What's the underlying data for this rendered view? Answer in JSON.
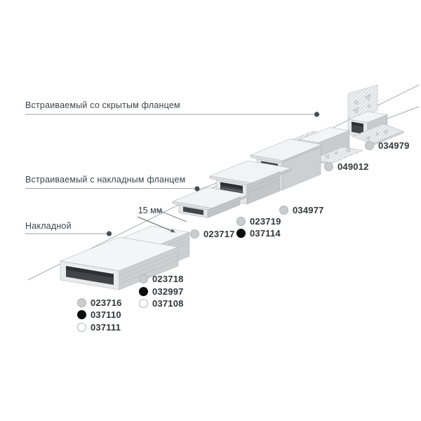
{
  "page": {
    "background": "#ffffff"
  },
  "categories": [
    {
      "label": "Встраиваемый со скрытым фланцем"
    },
    {
      "label": "Встраиваемый с накладным фланцем"
    },
    {
      "label": "Накладной"
    }
  ],
  "dimension": {
    "label": "15 мм"
  },
  "legend_dot_colors": {
    "gray": "#c9cdcf",
    "black": "#0c0d0d",
    "white": "#ffffff"
  },
  "code_groups": [
    {
      "name": "surface-low-profile",
      "codes": [
        {
          "code": "023716",
          "dot": "gray"
        },
        {
          "code": "037110",
          "dot": "black"
        },
        {
          "code": "037111",
          "dot": "white"
        }
      ]
    },
    {
      "name": "surface-square-profile",
      "codes": [
        {
          "code": "023718",
          "dot": "gray"
        },
        {
          "code": "032997",
          "dot": "black"
        },
        {
          "code": "037108",
          "dot": "white"
        }
      ]
    },
    {
      "name": "recessed-flange-low-profile",
      "codes": [
        {
          "code": "023717",
          "dot": "gray"
        }
      ]
    },
    {
      "name": "recessed-flange-medium-profile",
      "codes": [
        {
          "code": "023719",
          "dot": "gray"
        },
        {
          "code": "037114",
          "dot": "black"
        }
      ]
    },
    {
      "name": "recessed-flange-deep-profile",
      "codes": [
        {
          "code": "034977",
          "dot": "gray"
        }
      ]
    },
    {
      "name": "hidden-flange-profile",
      "codes": [
        {
          "code": "049012",
          "dot": "gray"
        }
      ]
    },
    {
      "name": "hidden-flange-corner-profile",
      "codes": [
        {
          "code": "034979",
          "dot": "gray"
        }
      ]
    }
  ]
}
